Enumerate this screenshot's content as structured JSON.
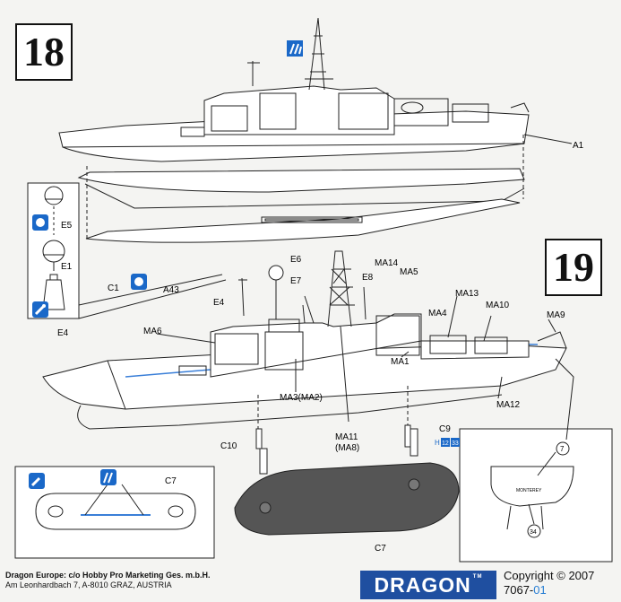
{
  "steps": {
    "step18": "18",
    "step19": "19"
  },
  "step18_labels": {
    "a1": "A1",
    "e5": "E5",
    "e1": "E1",
    "e4": "E4",
    "c1": "C1",
    "a43": "A43"
  },
  "step19_labels": {
    "e6": "E6",
    "e4": "E4",
    "e7": "E7",
    "e8": "E8",
    "ma14": "MA14",
    "ma5": "MA5",
    "ma13": "MA13",
    "ma10": "MA10",
    "ma9": "MA9",
    "ma4": "MA4",
    "ma6": "MA6",
    "ma1": "MA1",
    "ma3": "MA3(MA2)",
    "ma12": "MA12",
    "ma11": "MA11",
    "ma8": "(MA8)",
    "c9": "C9",
    "c10": "C10",
    "c7a": "C7",
    "c7b": "C7"
  },
  "inset": {
    "callout_7": "7",
    "name": "MONTEREY",
    "callout_34": "34"
  },
  "color_codes": {
    "code_h": "H",
    "code_12": "12",
    "code_33": "33"
  },
  "colors": {
    "blue_accent": "#1a68c8",
    "blue_line": "#3a7fd8"
  },
  "footer": {
    "line1": "Dragon Europe: c/o Hobby Pro Marketing Ges. m.b.H.",
    "line2": "Am Leonhardbach 7, A-8010 GRAZ, AUSTRIA",
    "brand": "DRAGON",
    "copyright": "Copyright © 2007",
    "code_prefix": "7067-",
    "code_suffix": "01"
  }
}
